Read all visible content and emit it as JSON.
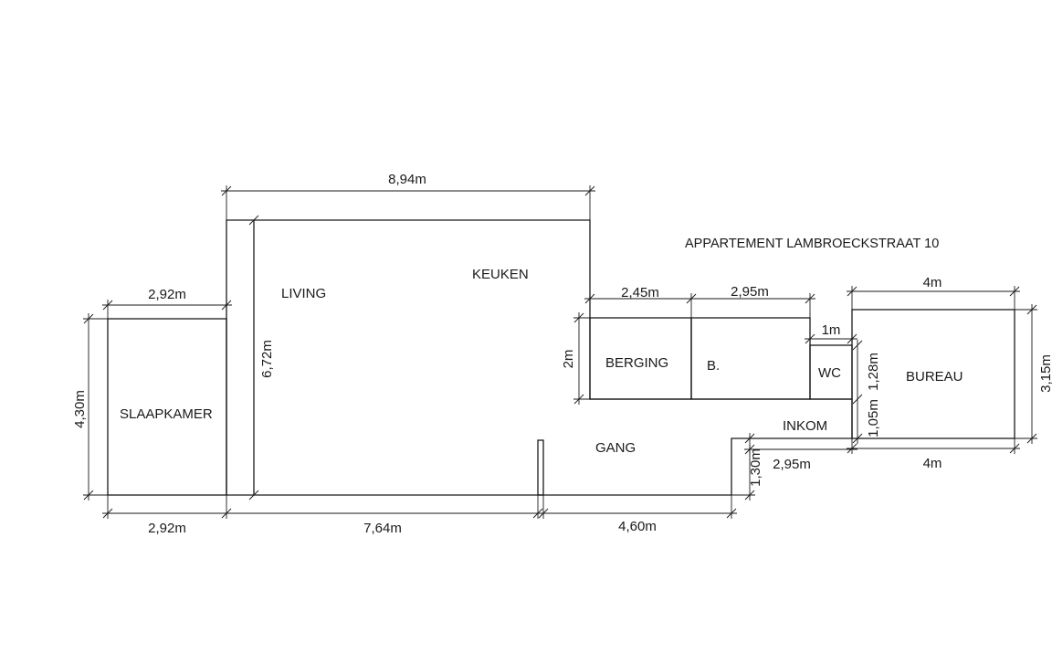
{
  "title": "APPARTEMENT LAMBROECKSTRAAT 10",
  "rooms": {
    "slaapkamer": "SLAAPKAMER",
    "living": "LIVING",
    "keuken": "KEUKEN",
    "berging": "BERGING",
    "badkamer": "B.",
    "wc": "WC",
    "bureau": "BUREAU",
    "gang": "GANG",
    "inkom": "INKOM"
  },
  "dimensions": {
    "total_top": "8,94m",
    "slaapkamer_top": "2,92m",
    "slaapkamer_height": "4,30m",
    "slaapkamer_bottom": "2,92m",
    "living_height": "6,72m",
    "bottom_middle": "7,64m",
    "bottom_right": "4,60m",
    "berging_width": "2,45m",
    "badkamer_width": "2,95m",
    "berging_height": "2m",
    "wc_width": "1m",
    "wc_height": "1,28m",
    "wc_lower": "1,05m",
    "bureau_top": "4m",
    "bureau_bottom": "4m",
    "bureau_height": "3,15m",
    "inkom_width": "2,95m",
    "inkom_height": "1,30m"
  }
}
